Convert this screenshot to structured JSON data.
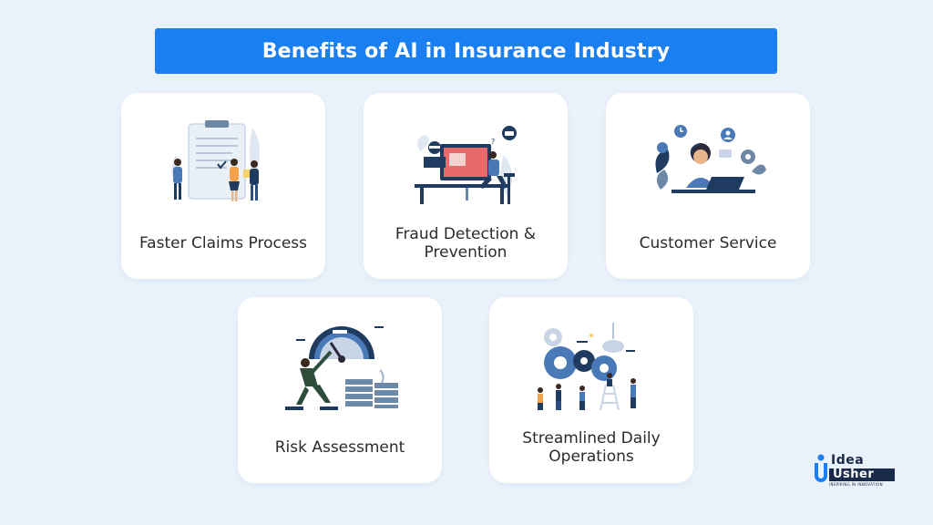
{
  "page": {
    "title": "Benefits of AI in Insurance Industry"
  },
  "cards": [
    {
      "label": "Faster Claims Process",
      "icon": "clipboard-claims-icon"
    },
    {
      "label": "Fraud Detection & Prevention",
      "icon": "fraud-detection-icon"
    },
    {
      "label": "Customer Service",
      "icon": "customer-support-icon"
    },
    {
      "label": "Risk Assessment",
      "icon": "risk-gauge-icon"
    },
    {
      "label": "Streamlined Daily Operations",
      "icon": "gears-operations-icon"
    }
  ],
  "logo": {
    "line1": "Idea",
    "line2": "Usher",
    "tagline": "INSPIRING IN INNOVATION"
  },
  "colors": {
    "accent": "#1a7ff0",
    "background": "#e9f1fb",
    "card": "#ffffff",
    "dark_navy": "#1f3b5f"
  }
}
